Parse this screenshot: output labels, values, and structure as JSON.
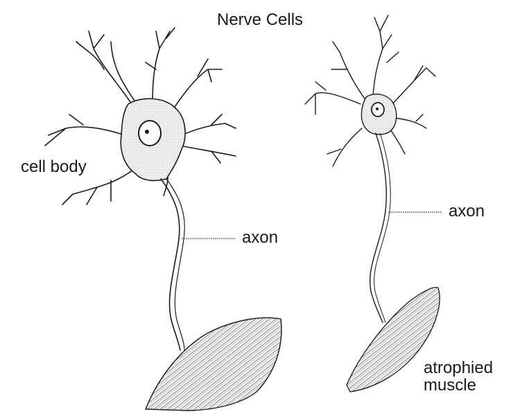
{
  "title": "Nerve Cells",
  "labels": {
    "cell_body": "cell body",
    "axon_left": "axon",
    "axon_right": "axon",
    "atrophied_line1": "atrophied",
    "atrophied_line2": "muscle"
  },
  "colors": {
    "ink": "#1a1a1a",
    "stipple": "#8a8a8a",
    "fill": "#ececec"
  }
}
